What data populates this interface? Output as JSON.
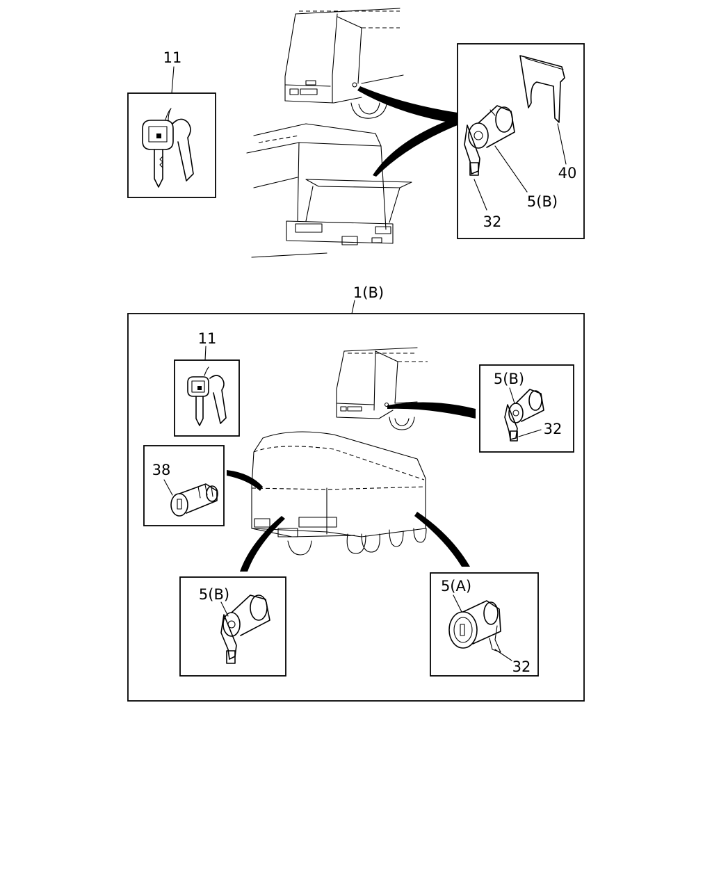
{
  "callouts": {
    "top_key": "11",
    "top_cover": "40",
    "top_cylinder": "5(B)",
    "top_lever": "32",
    "assembly": "1(B)",
    "inner_key": "11",
    "right_cylinder": "5(B)",
    "right_lever": "32",
    "rear_cylinder": "38",
    "bottom_left_cylinder": "5(B)",
    "bottom_right_cylinder": "5(A)",
    "bottom_right_lever": "32"
  }
}
